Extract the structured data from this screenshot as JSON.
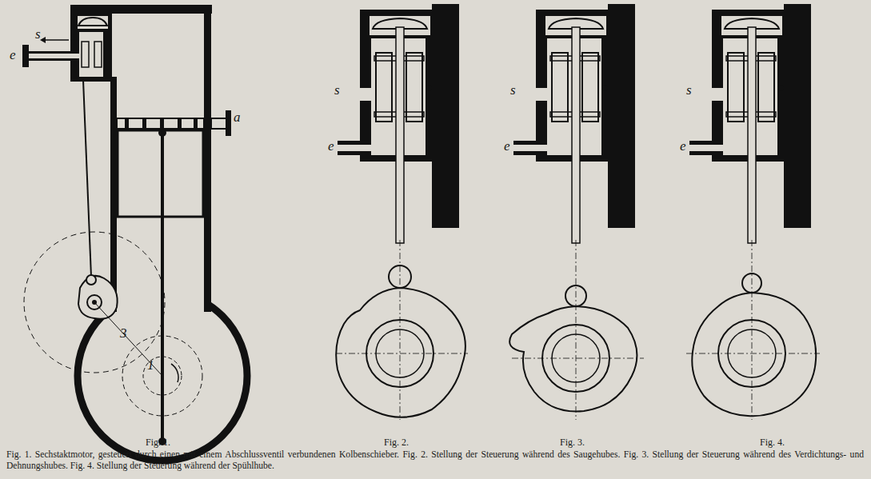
{
  "diagram": {
    "caption": "Fig. 1. Sechstaktmotor, gesteuert durch einen mit einem Abschlussventil verbundenen Kolbenschieber. Fig. 2. Stellung der Steuerung während des Saugehubes. Fig. 3. Stellung der Steuerung während des Verdichtungs- und Dehnungshubes. Fig. 4. Stellung der Steuerung während der Spühlhube.",
    "labels": [
      "s",
      "e",
      "a",
      "3",
      "1",
      "Fig. 1.",
      "s",
      "e",
      "Fig. 2.",
      "s",
      "e",
      "Fig. 3.",
      "s",
      "e",
      "Fig. 4."
    ]
  }
}
